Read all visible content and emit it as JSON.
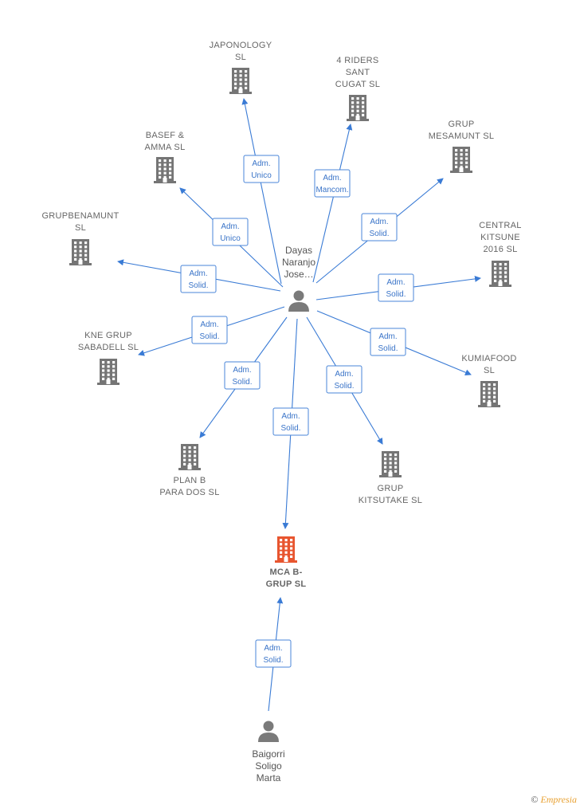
{
  "colors": {
    "edge": "#3a7bd5",
    "building": "#757575",
    "building_target": "#e8552f",
    "person": "#7a7a7a"
  },
  "persons": [
    {
      "id": "dayas",
      "lines": [
        "Dayas",
        "Naranjo",
        "Jose…"
      ]
    },
    {
      "id": "baigorri",
      "lines": [
        "Baigorri",
        "Soligo",
        "Marta"
      ]
    }
  ],
  "companies": [
    {
      "id": "japonology",
      "lines": [
        "JAPONOLOGY",
        "SL"
      ]
    },
    {
      "id": "riders",
      "lines": [
        "4 RIDERS",
        "SANT",
        "CUGAT  SL"
      ]
    },
    {
      "id": "basef",
      "lines": [
        "BASEF &",
        "AMMA  SL"
      ]
    },
    {
      "id": "mesamunt",
      "lines": [
        "GRUP",
        "MESAMUNT  SL"
      ]
    },
    {
      "id": "grupbenamunt",
      "lines": [
        "GRUPBENAMUNT",
        "SL"
      ]
    },
    {
      "id": "kitsune",
      "lines": [
        "CENTRAL",
        "KITSUNE",
        "2016  SL"
      ]
    },
    {
      "id": "kne",
      "lines": [
        "KNE GRUP",
        "SABADELL  SL"
      ]
    },
    {
      "id": "kumiafood",
      "lines": [
        "KUMIAFOOD",
        "SL"
      ]
    },
    {
      "id": "planb",
      "lines": [
        "PLAN B",
        "PARA DOS  SL"
      ]
    },
    {
      "id": "kitsutake",
      "lines": [
        "GRUP",
        "KITSUTAKE  SL"
      ]
    },
    {
      "id": "mca",
      "lines": [
        "MCA B-",
        "GRUP  SL"
      ],
      "target": true
    }
  ],
  "relations": [
    {
      "from": "dayas",
      "to": "japonology",
      "role": [
        "Adm.",
        "Unico"
      ]
    },
    {
      "from": "dayas",
      "to": "riders",
      "role": [
        "Adm.",
        "Mancom."
      ]
    },
    {
      "from": "dayas",
      "to": "basef",
      "role": [
        "Adm.",
        "Unico"
      ]
    },
    {
      "from": "dayas",
      "to": "mesamunt",
      "role": [
        "Adm.",
        "Solid."
      ]
    },
    {
      "from": "dayas",
      "to": "grupbenamunt",
      "role": [
        "Adm.",
        "Solid."
      ]
    },
    {
      "from": "dayas",
      "to": "kitsune",
      "role": [
        "Adm.",
        "Solid."
      ]
    },
    {
      "from": "dayas",
      "to": "kne",
      "role": [
        "Adm.",
        "Solid."
      ]
    },
    {
      "from": "dayas",
      "to": "kumiafood",
      "role": [
        "Adm.",
        "Solid."
      ]
    },
    {
      "from": "dayas",
      "to": "planb",
      "role": [
        "Adm.",
        "Solid."
      ]
    },
    {
      "from": "dayas",
      "to": "kitsutake",
      "role": [
        "Adm.",
        "Solid."
      ]
    },
    {
      "from": "dayas",
      "to": "mca",
      "role": [
        "Adm.",
        "Solid."
      ]
    },
    {
      "from": "baigorri",
      "to": "mca",
      "role": [
        "Adm.",
        "Solid."
      ]
    }
  ],
  "footer": {
    "copyright": "©",
    "brand": "Empresia"
  }
}
